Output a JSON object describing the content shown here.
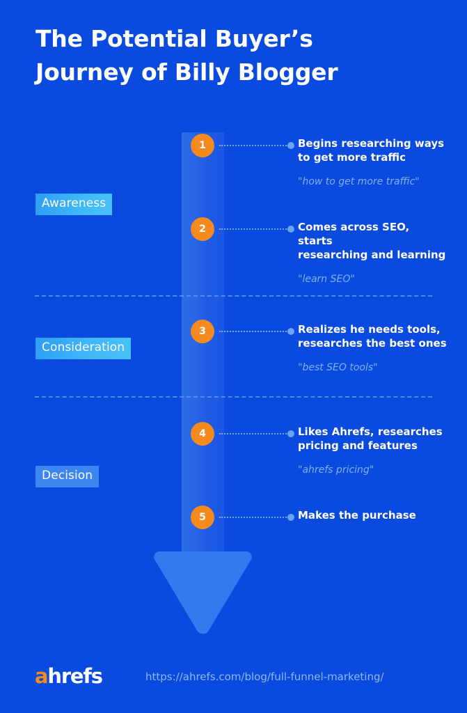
{
  "meta": {
    "background_color": "#0a4ade",
    "accent_orange": "#f58a1f",
    "accent_light_blue": "#7fb3f4",
    "badge_cyan": "#3fb6f8",
    "arrow_color": "#2a67e6"
  },
  "title": {
    "line1": "The Potential Buyer’s",
    "line2": "Journey of Billy Blogger"
  },
  "stages": [
    {
      "label": "Awareness"
    },
    {
      "label": "Consideration"
    },
    {
      "label": "Decision"
    }
  ],
  "steps": [
    {
      "number": "1",
      "text_line1": "Begins researching ways",
      "text_line2": "to get more traffic",
      "quote": "\"how to get more traffic\""
    },
    {
      "number": "2",
      "text_line1": "Comes across SEO, starts",
      "text_line2": "researching and learning",
      "quote": "\"learn SEO\""
    },
    {
      "number": "3",
      "text_line1": "Realizes he needs tools,",
      "text_line2": "researches the best ones",
      "quote": "\"best SEO tools\""
    },
    {
      "number": "4",
      "text_line1": "Likes Ahrefs, researches",
      "text_line2": "pricing and features",
      "quote": "\"ahrefs pricing\""
    },
    {
      "number": "5",
      "text_line1": "Makes the purchase",
      "text_line2": "",
      "quote": ""
    }
  ],
  "footer": {
    "logo_a": "a",
    "logo_rest": "hrefs",
    "url": "https://ahrefs.com/blog/full-funnel-marketing/"
  }
}
